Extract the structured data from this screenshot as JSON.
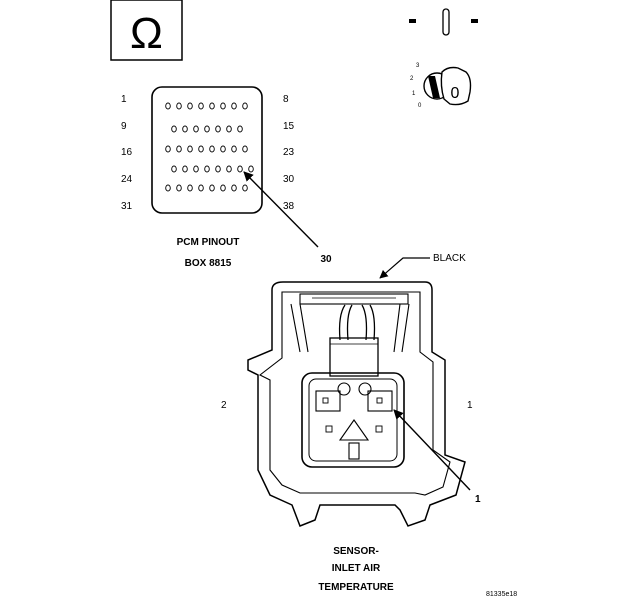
{
  "meter": {
    "ohm_symbol": "Ω",
    "range_numbers": [
      "3",
      "2",
      "1",
      "0"
    ],
    "knob_value": "0"
  },
  "pcm": {
    "title": "PCM PINOUT",
    "box": "BOX 8815",
    "left_pins": [
      "1",
      "9",
      "16",
      "24",
      "31"
    ],
    "right_pins": [
      "8",
      "15",
      "23",
      "30",
      "38"
    ],
    "pointer_label": "30"
  },
  "connector": {
    "color_label": "BLACK",
    "left_pin": "2",
    "right_pin": "1",
    "pointer_label": "1"
  },
  "sensor": {
    "line1": "SENSOR-",
    "line2": "INLET AIR",
    "line3": "TEMPERATURE"
  },
  "figure_id": "81335e18"
}
